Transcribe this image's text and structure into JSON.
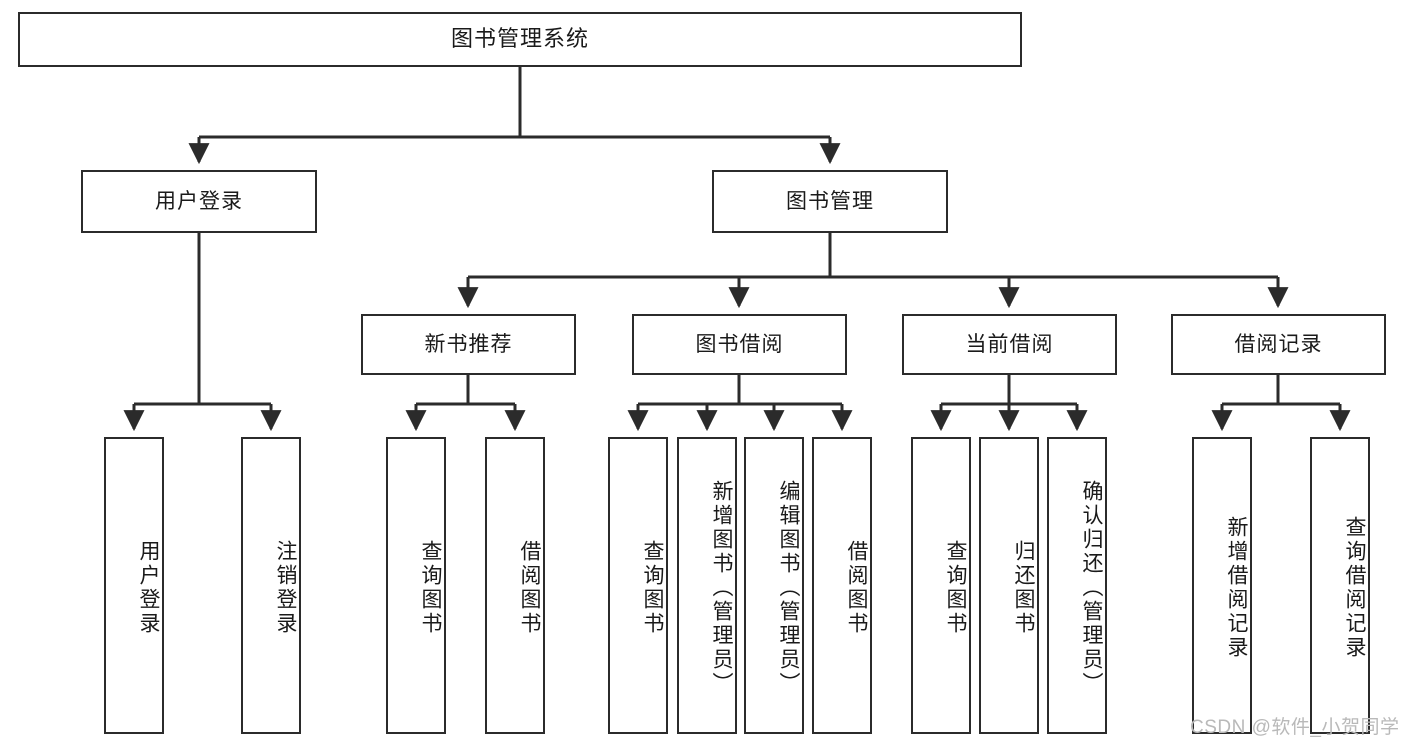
{
  "diagram": {
    "title": "图书管理系统",
    "type": "hierarchy-tree",
    "watermark": "CSDN @软件_小贺同学",
    "colors": {
      "stroke": "#2b2b2b",
      "fill": "#ffffff",
      "text": "#1a1a1a",
      "watermark": "#b9b9b9"
    },
    "levels": {
      "root": {
        "label": "图书管理系统"
      },
      "level2": [
        {
          "label": "用户登录"
        },
        {
          "label": "图书管理"
        }
      ],
      "level3": [
        {
          "label": "新书推荐"
        },
        {
          "label": "图书借阅"
        },
        {
          "label": "当前借阅"
        },
        {
          "label": "借阅记录"
        }
      ],
      "leaves": {
        "user_login": [
          {
            "label": "用户登录"
          },
          {
            "label": "注销登录"
          }
        ],
        "new_book": [
          {
            "label": "查询图书"
          },
          {
            "label": "借阅图书"
          }
        ],
        "book_borrow": [
          {
            "label": "查询图书"
          },
          {
            "label": "新增图书（管理员）"
          },
          {
            "label": "编辑图书（管理员）"
          },
          {
            "label": "借阅图书"
          }
        ],
        "current_borrow": [
          {
            "label": "查询图书"
          },
          {
            "label": "归还图书"
          },
          {
            "label": "确认归还（管理员）"
          }
        ],
        "borrow_record": [
          {
            "label": "新增借阅记录"
          },
          {
            "label": "查询借阅记录"
          }
        ]
      }
    }
  }
}
